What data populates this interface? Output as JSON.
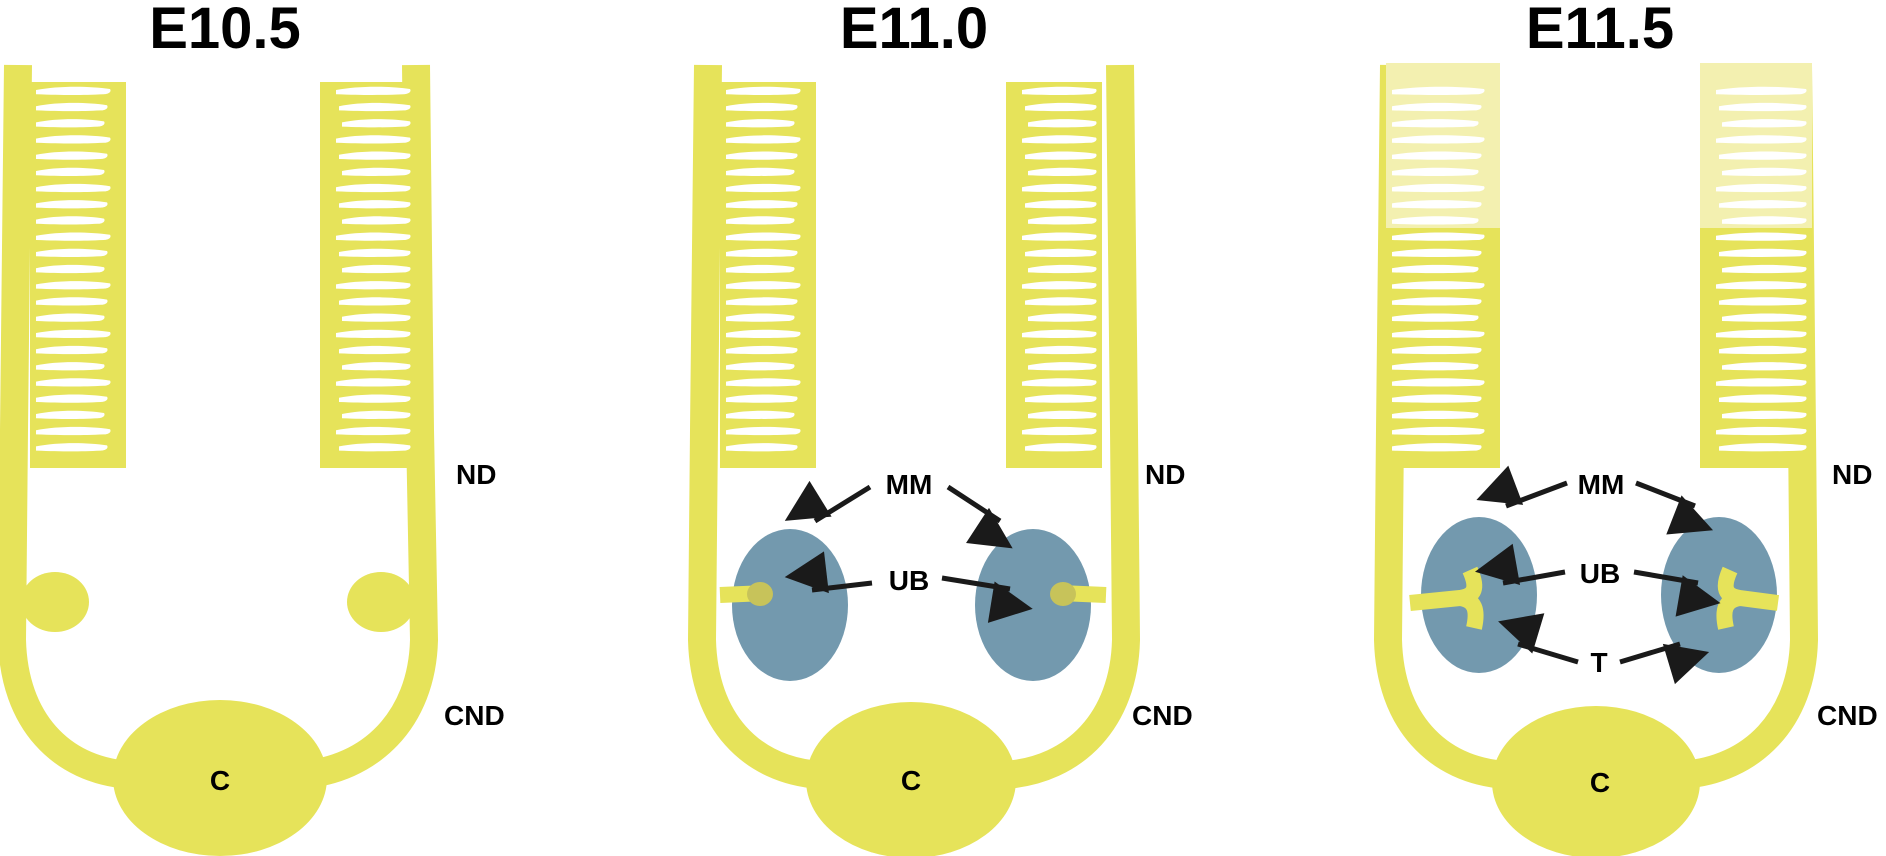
{
  "colors": {
    "duct": "#e6e35a",
    "duct_faded": "#f3f0b0",
    "mesenchyme": "#7399ae",
    "bud_tip": "#c7c35a",
    "arrow": "#1a1a1a",
    "background": "#ffffff"
  },
  "panels": [
    {
      "title": "E10.5",
      "labels": {
        "nd": "ND",
        "cnd": "CND",
        "c": "C"
      }
    },
    {
      "title": "E11.0",
      "labels": {
        "nd": "ND",
        "cnd": "CND",
        "c": "C",
        "mm": "MM",
        "ub": "UB"
      }
    },
    {
      "title": "E11.5",
      "labels": {
        "nd": "ND",
        "cnd": "CND",
        "c": "C",
        "mm": "MM",
        "ub": "UB",
        "t": "T"
      }
    }
  ]
}
